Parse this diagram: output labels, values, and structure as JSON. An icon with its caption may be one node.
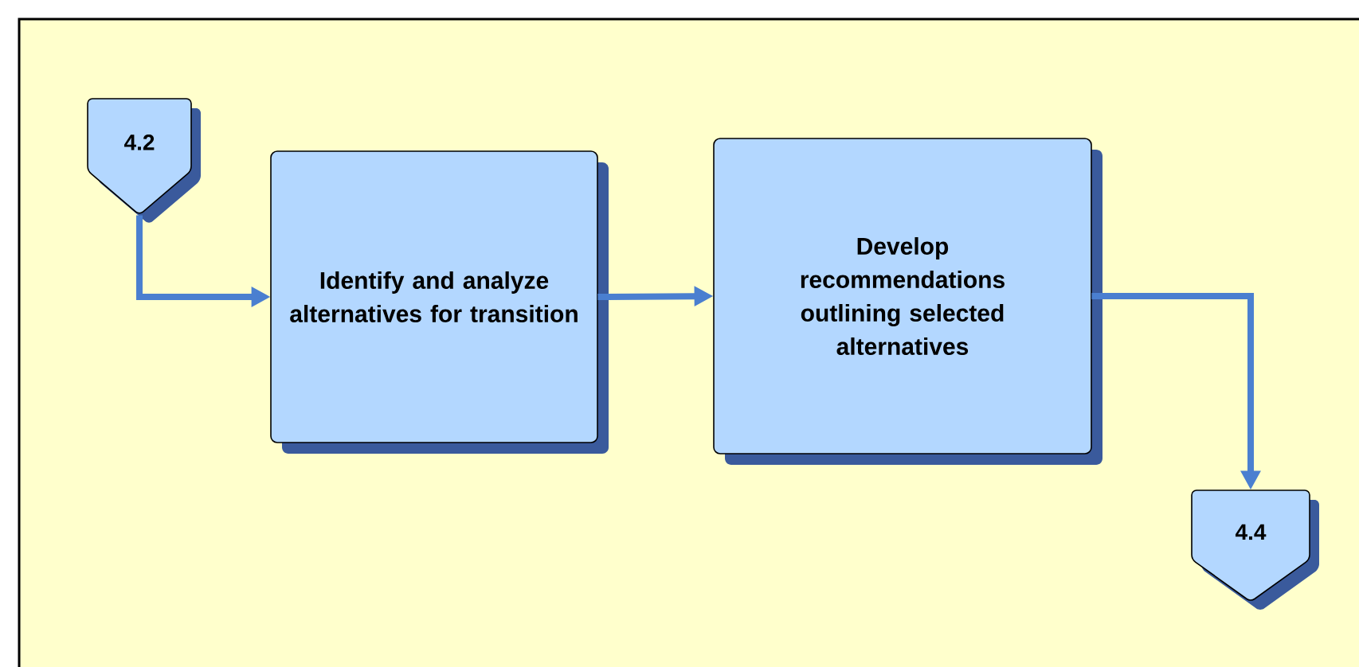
{
  "diagram": {
    "nodes": [
      {
        "text": [
          "4.2"
        ]
      },
      {
        "text": [
          "Identify and analyze alternatives for transition"
        ]
      },
      {
        "text": [
          "Develop recommendations outlining selected alternatives"
        ]
      },
      {
        "text": [
          "4.4"
        ]
      }
    ],
    "edges": [
      {
        "from": 0,
        "to": 1,
        "arrow": "to"
      },
      {
        "from": 1,
        "to": 2,
        "arrow": "to"
      },
      {
        "from": 2,
        "to": 3,
        "arrow": "to"
      }
    ]
  }
}
